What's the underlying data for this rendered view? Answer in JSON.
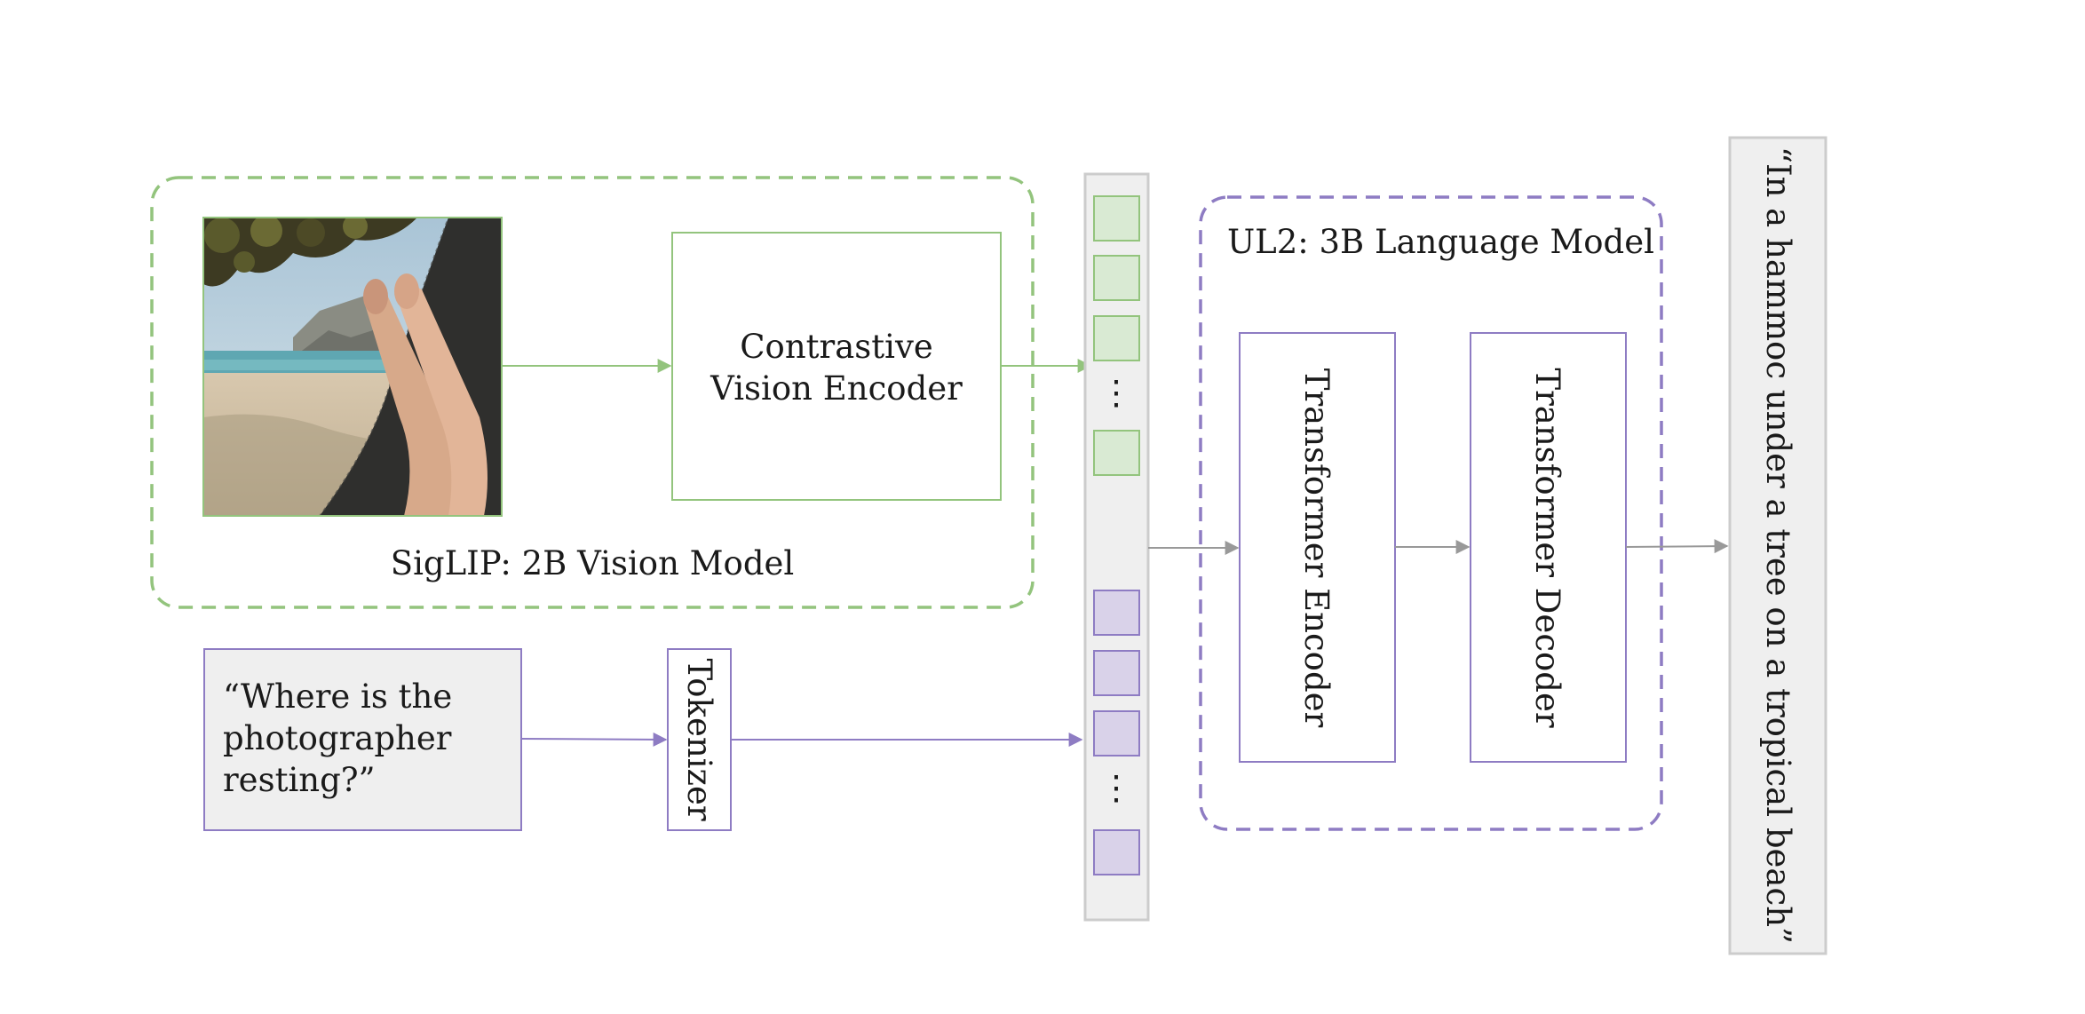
{
  "vision_model": {
    "title": "SigLIP: 2B Vision Model",
    "encoder_line1": "Contrastive",
    "encoder_line2": "Vision Encoder",
    "border_color": "#93c47d",
    "fill_color": "#d9ead3",
    "image_icon": "beach-hammock-photo"
  },
  "text_input": {
    "line1": "“Where is the",
    "line2": "photographer",
    "line3": "resting?”",
    "tokenizer": "Tokenizer",
    "border_color": "#8e7cc3",
    "fill_color": "#d9d2e9"
  },
  "token_sequence": {
    "ellipsis": "⋮",
    "fill_color": "#efefef",
    "border_color": "#cccccc"
  },
  "language_model": {
    "title": "UL2: 3B Language Model",
    "encoder": "Transformer Encoder",
    "decoder": "Transformer Decoder",
    "border_color": "#8e7cc3"
  },
  "output": {
    "text": "“In a hammoc under a tree on a tropical beach”"
  },
  "arrow_colors": {
    "vision": "#93c47d",
    "text": "#8e7cc3",
    "neutral": "#999999"
  }
}
